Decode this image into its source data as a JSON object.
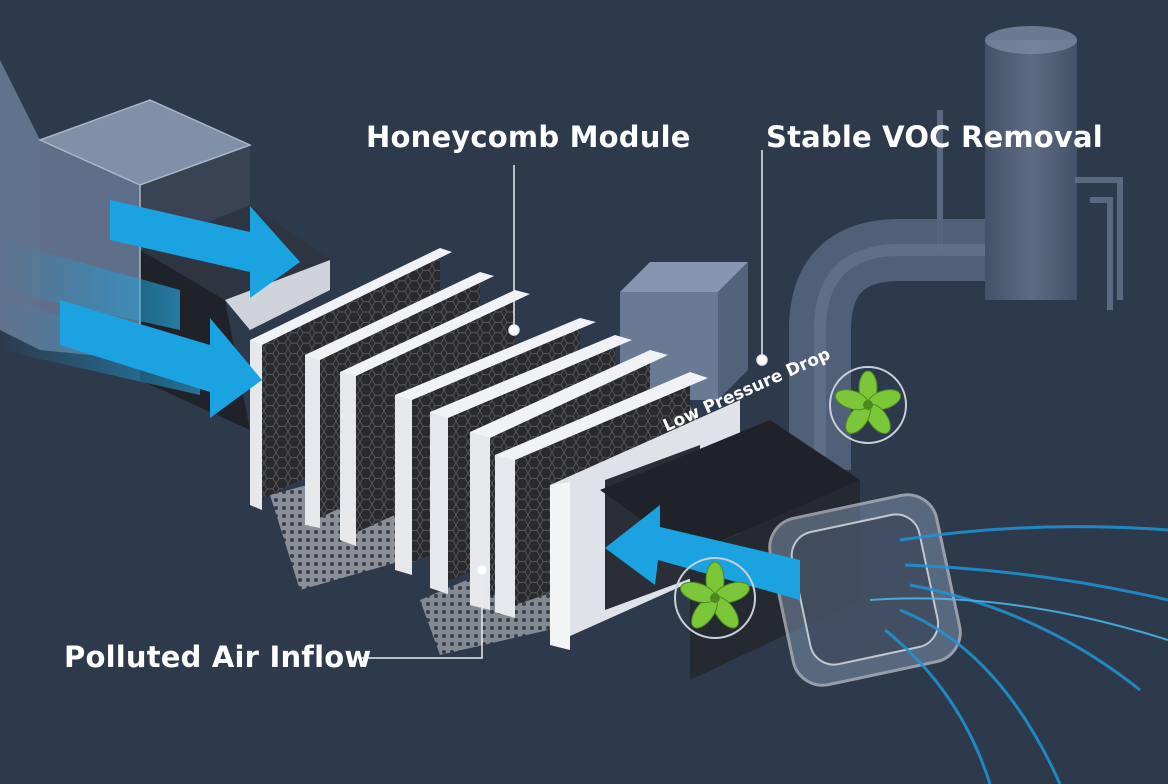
{
  "labels": {
    "honeycomb_module": "Honeycomb Module",
    "stable_voc_removal": "Stable VOC Removal",
    "polluted_air_inflow": "Polluted Air Inflow",
    "low_pressure_drop": "Low Pressure Drop"
  },
  "colors": {
    "background": "#2d3a4c",
    "duct": "#6b7d98",
    "airflow_arrow": "#1aa3e0",
    "filter_panel": "#e6e8ec",
    "honeycomb": "#2a2a2c",
    "fan_blade": "#7cc63a",
    "exhaust_pipe": "#55657e"
  },
  "icons": [
    "airflow-arrow-icon",
    "fan-icon",
    "honeycomb-panel-icon"
  ]
}
